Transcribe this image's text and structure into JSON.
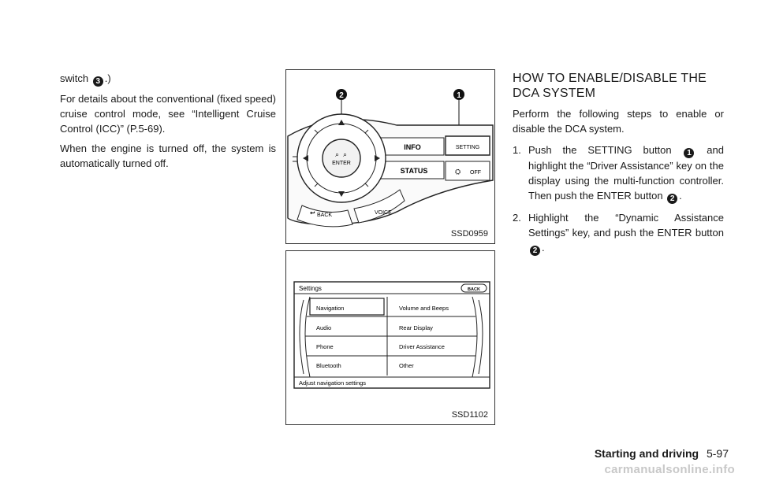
{
  "left": {
    "switch_pre": "switch",
    "switch_num": "3",
    "switch_post": ".)",
    "para1": "For details about the conventional (fixed speed) cruise control mode, see “Intelligent Cruise Control (ICC)” (P.5-69).",
    "para2": "When the engine is turned off, the system is automatically turned off."
  },
  "figure1": {
    "code": "SSD0959",
    "callout1": "1",
    "callout2": "2",
    "btn_info": "INFO",
    "btn_setting": "SETTING",
    "btn_status": "STATUS",
    "btn_off": "OFF",
    "btn_enter": "ENTER",
    "btn_back": "BACK",
    "btn_voice": "VOICE"
  },
  "figure2": {
    "code": "SSD1102",
    "title": "Settings",
    "back": "BACK",
    "items_left": [
      "Navigation",
      "Audio",
      "Phone",
      "Bluetooth"
    ],
    "items_right": [
      "Volume and Beeps",
      "Rear Display",
      "Driver Assistance",
      "Other"
    ],
    "status": "Adjust navigation settings"
  },
  "right": {
    "heading": "HOW TO ENABLE/DISABLE THE DCA SYSTEM",
    "intro": "Perform the following steps to enable or disable the DCA system.",
    "steps": [
      {
        "num": "1.",
        "a": "Push the SETTING button",
        "c1": "1",
        "b": "and highlight the “Driver Assistance” key on the display using the multi-function controller. Then push the ENTER button",
        "c2": "2",
        "end": "."
      },
      {
        "num": "2.",
        "a": "Highlight the “Dynamic Assistance Settings” key, and push the ENTER button",
        "c1": "2",
        "end": "."
      }
    ]
  },
  "footer": {
    "section": "Starting and driving",
    "page": "5-97"
  },
  "watermark": "carmanualsonline.info"
}
